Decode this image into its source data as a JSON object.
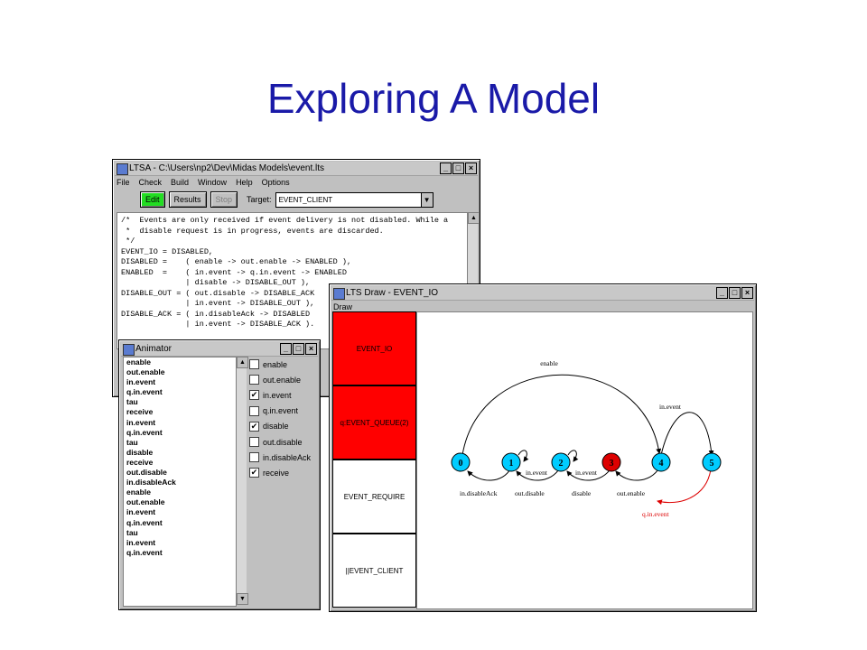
{
  "slide": {
    "title": "Exploring A Model"
  },
  "ltsa": {
    "title": "LTSA - C:\\Users\\np2\\Dev\\Midas Models\\event.lts",
    "menu": [
      "File",
      "Check",
      "Build",
      "Window",
      "Help",
      "Options"
    ],
    "buttons": {
      "edit": "Edit",
      "results": "Results",
      "stop": "Stop"
    },
    "target_label": "Target:",
    "target_value": "EVENT_CLIENT",
    "code": "/*  Events are only received if event delivery is not disabled. While a\n *  disable request is in progress, events are discarded.\n */\nEVENT_IO = DISABLED,\nDISABLED =    ( enable -> out.enable -> ENABLED ),\nENABLED  =    ( in.event -> q.in.event -> ENABLED\n              | disable -> DISABLE_OUT ),\nDISABLE_OUT = ( out.disable -> DISABLE_ACK\n              | in.event -> DISABLE_OUT ),\nDISABLE_ACK = ( in.disableAck -> DISABLED\n              | in.event -> DISABLE_ACK )."
  },
  "animator": {
    "title": "Animator",
    "trace": [
      "enable",
      "out.enable",
      "in.event",
      "q.in.event",
      "tau",
      "receive",
      "in.event",
      "q.in.event",
      "tau",
      "disable",
      "receive",
      "out.disable",
      "in.disableAck",
      "enable",
      "out.enable",
      "in.event",
      "q.in.event",
      "tau",
      "in.event",
      "q.in.event"
    ],
    "actions": [
      {
        "label": "enable",
        "checked": false
      },
      {
        "label": "out.enable",
        "checked": false
      },
      {
        "label": "in.event",
        "checked": true
      },
      {
        "label": "q.in.event",
        "checked": false
      },
      {
        "label": "disable",
        "checked": true
      },
      {
        "label": "out.disable",
        "checked": false
      },
      {
        "label": "in.disableAck",
        "checked": false
      },
      {
        "label": "receive",
        "checked": true
      }
    ]
  },
  "lts_draw": {
    "title": "LTS Draw - EVENT_IO",
    "menu": [
      "Draw"
    ],
    "tabs": [
      {
        "label": "EVENT_IO",
        "selected": true
      },
      {
        "label": "q:EVENT_QUEUE(2)",
        "selected": true
      },
      {
        "label": "EVENT_REQUIRE",
        "selected": false
      },
      {
        "label": "||EVENT_CLIENT",
        "selected": false
      }
    ],
    "states": [
      "0",
      "1",
      "2",
      "3",
      "4",
      "5"
    ],
    "current_state": "3",
    "transitions": {
      "enable": "enable",
      "in_event_top": "in.event",
      "in_event_1": "in.event",
      "in_event_2": "in.event",
      "disable_ack": "in.disableAck",
      "out_disable": "out.disable",
      "disable": "disable",
      "out_enable": "out.enable",
      "q_in_event": "q.in.event"
    }
  },
  "colors": {
    "title": "#1a1aa8",
    "state_fill": "#00ccff",
    "current_state": "#dd0000",
    "tab_selected": "#ff0000",
    "edit_button": "#22dd22"
  }
}
